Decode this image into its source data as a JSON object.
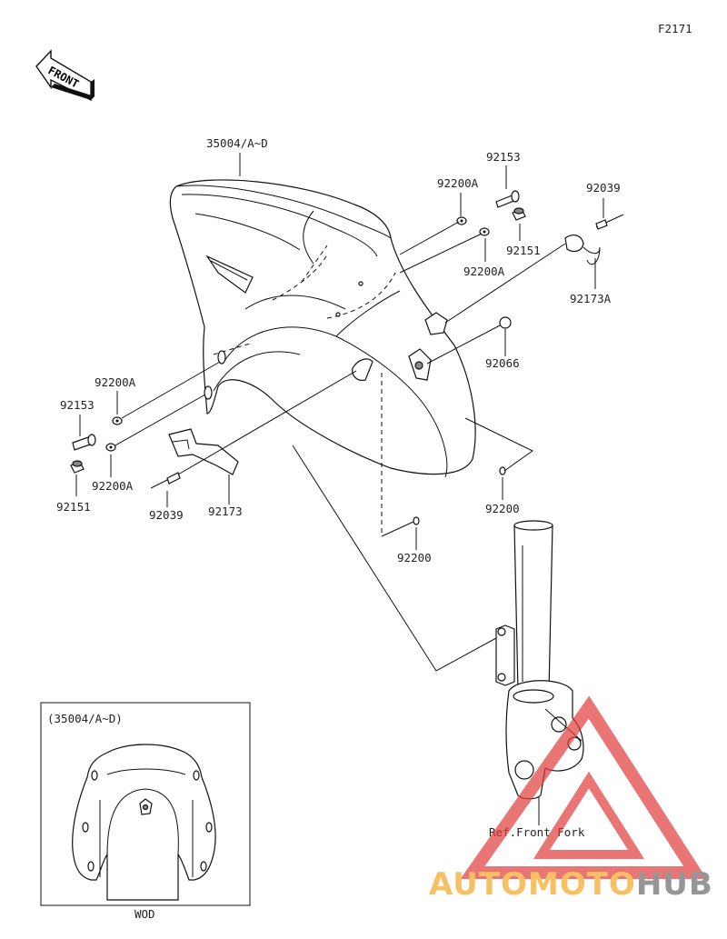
{
  "figure_code": "F2171",
  "direction_label": "FRONT",
  "labels": {
    "fender": "35004/A~D",
    "bolt_top": "92153",
    "washer_top_1": "92200A",
    "washer_top_2": "92200A",
    "screw_top": "92151",
    "rivet_right": "92039",
    "clip_right": "92173A",
    "cap": "92066",
    "washer_left_1": "92200A",
    "bolt_left": "92153",
    "washer_left_2": "92200A",
    "screw_left": "92151",
    "rivet_left": "92039",
    "clip_left": "92173",
    "nut_right": "92200",
    "nut_bottom": "92200",
    "fork_ref": "Ref.Front Fork"
  },
  "inset": {
    "title": "(35004/A~D)",
    "caption": "WOD"
  },
  "watermark": {
    "text_auto": "AUTO",
    "text_moto": "MOTO",
    "text_hub": "HUB",
    "color_orange": "#f4a623",
    "color_gray": "#6b6b6b",
    "color_red": "#e23b3b"
  }
}
